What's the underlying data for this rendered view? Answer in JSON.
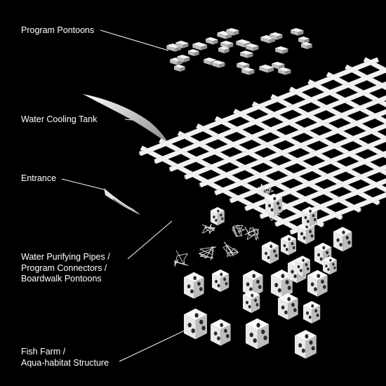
{
  "labels": {
    "program_pontoons": "Program Pontoons",
    "water_cooling_tank": "Water Cooling Tank",
    "entrance": "Entrance",
    "pipes": {
      "line1": "Water Purifying Pipes /",
      "line2": "Program Connectors /",
      "line3": "Boardwalk Pontoons"
    },
    "fish_farm": {
      "line1": "Fish Farm /",
      "line2": "Aqua-habitat Structure"
    }
  },
  "colors": {
    "background": "#000000",
    "text": "#ffffff",
    "model_light": "#f2f2f2",
    "model_shade": "#9a9a9a"
  }
}
